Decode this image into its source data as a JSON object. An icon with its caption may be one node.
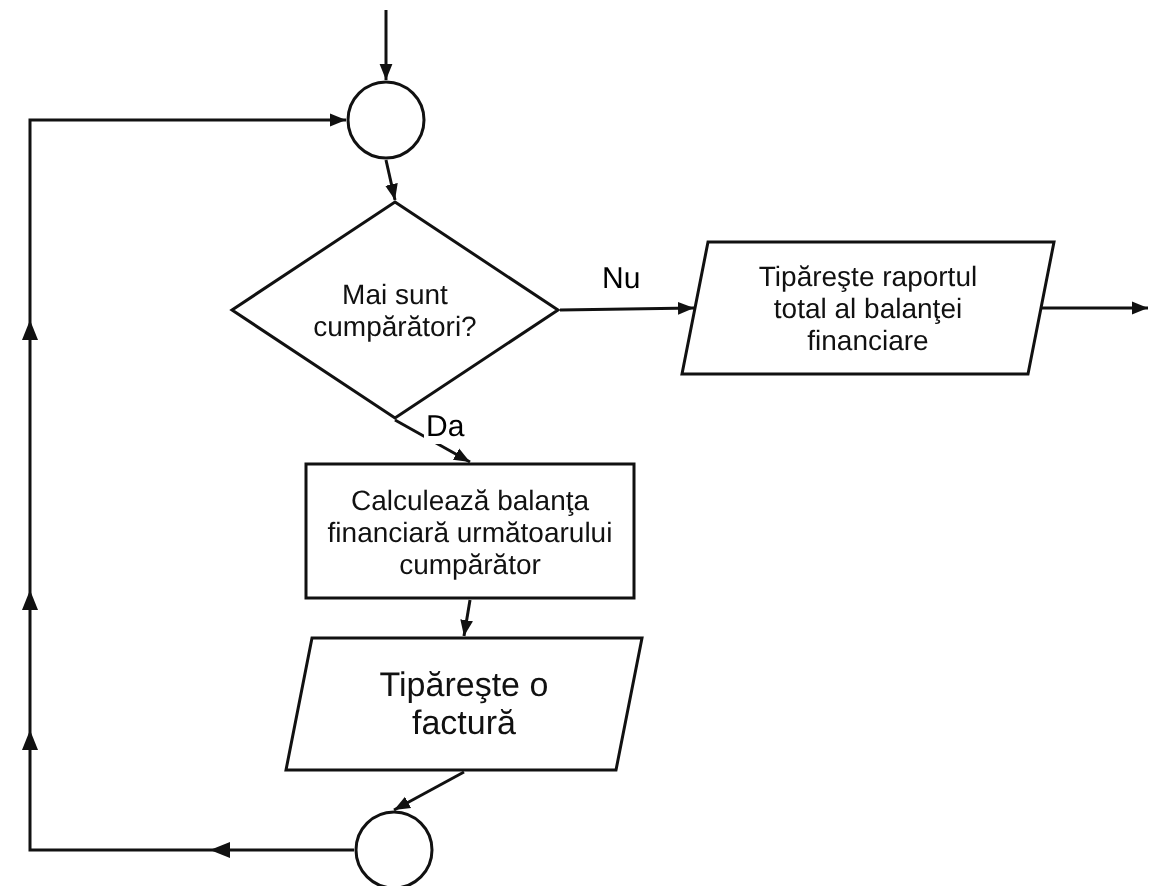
{
  "diagram": {
    "nodes": [
      {
        "text": [],
        "shape": "circle"
      },
      {
        "text": [
          "Mai sunt cumpărători?"
        ]
      },
      {
        "text": [
          "Tipăreşte raportul total al balanţei financiare"
        ]
      },
      {
        "text": [
          "Calculează balanţa financiară următoarului cumpărător"
        ]
      },
      {
        "text": [
          "Tipăreşte o factură"
        ]
      },
      {
        "text": [],
        "shape": "circle"
      }
    ],
    "edges": [
      {
        "from": null,
        "to": 0,
        "arrow": "to"
      },
      {
        "from": 0,
        "to": 1,
        "arrow": "to"
      },
      {
        "from": 1,
        "to": 2,
        "arrow": "to",
        "label": "Nu"
      },
      {
        "from": 2,
        "to": null,
        "arrow": "to"
      },
      {
        "from": 1,
        "to": 3,
        "arrow": "to",
        "label": "Da"
      },
      {
        "from": 3,
        "to": 4,
        "arrow": "to"
      },
      {
        "from": 4,
        "to": 5,
        "arrow": "to"
      },
      {
        "from": 5,
        "to": 0,
        "arrow": "to"
      }
    ]
  }
}
